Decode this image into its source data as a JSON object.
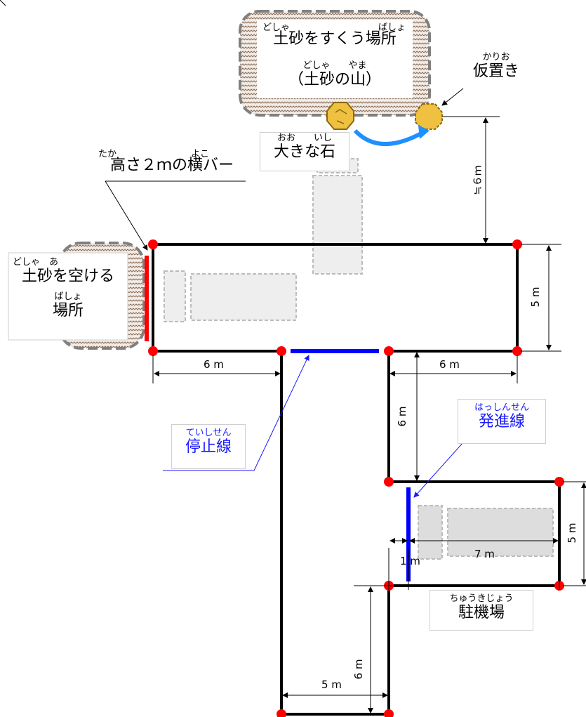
{
  "labels": {
    "scoop_area": {
      "ruby1": "どしゃ",
      "ruby2": "ばしょ",
      "text": "土砂をすくう場所"
    },
    "soil_pile": {
      "ruby": "どしゃ　　やま",
      "text": "（土砂の山）"
    },
    "temp_place": {
      "ruby": "かりお",
      "text": "仮置き"
    },
    "big_stone": {
      "ruby": "おお　　いし",
      "text": "大きな石"
    },
    "bar": {
      "ruby1": "たか",
      "ruby2": "よこ",
      "text": "高さ２ｍの横バー"
    },
    "dump_area": {
      "ruby1": "どしゃ　あ",
      "text1": "土砂を空ける",
      "ruby2": "ばしょ",
      "text2": "場所"
    },
    "stop_line": {
      "ruby": "ていしせん",
      "text": "停止線"
    },
    "start_line": {
      "ruby": "はっしんせん",
      "text": "発進線"
    },
    "parking": {
      "ruby": "ちゅうきじょう",
      "text": "駐機場"
    }
  },
  "dimensions": {
    "approx_6m": "≒６ｍ",
    "top_height": "5 m",
    "left_width": "6 m",
    "right_width": "6 m",
    "middle_height": "6 m",
    "parking_height": "5 m",
    "bottom_height": "6 m",
    "gap": "1 m",
    "parking_width": "7 m",
    "bottom_width": "5 m"
  },
  "colors": {
    "course_line": "#000000",
    "corner_dot": "#ff0000",
    "bar": "#ff0000",
    "stop_start_line": "#0000ff",
    "stone": "#f0c040",
    "zone_border": "#808080",
    "arrow": "#1e90ff"
  }
}
